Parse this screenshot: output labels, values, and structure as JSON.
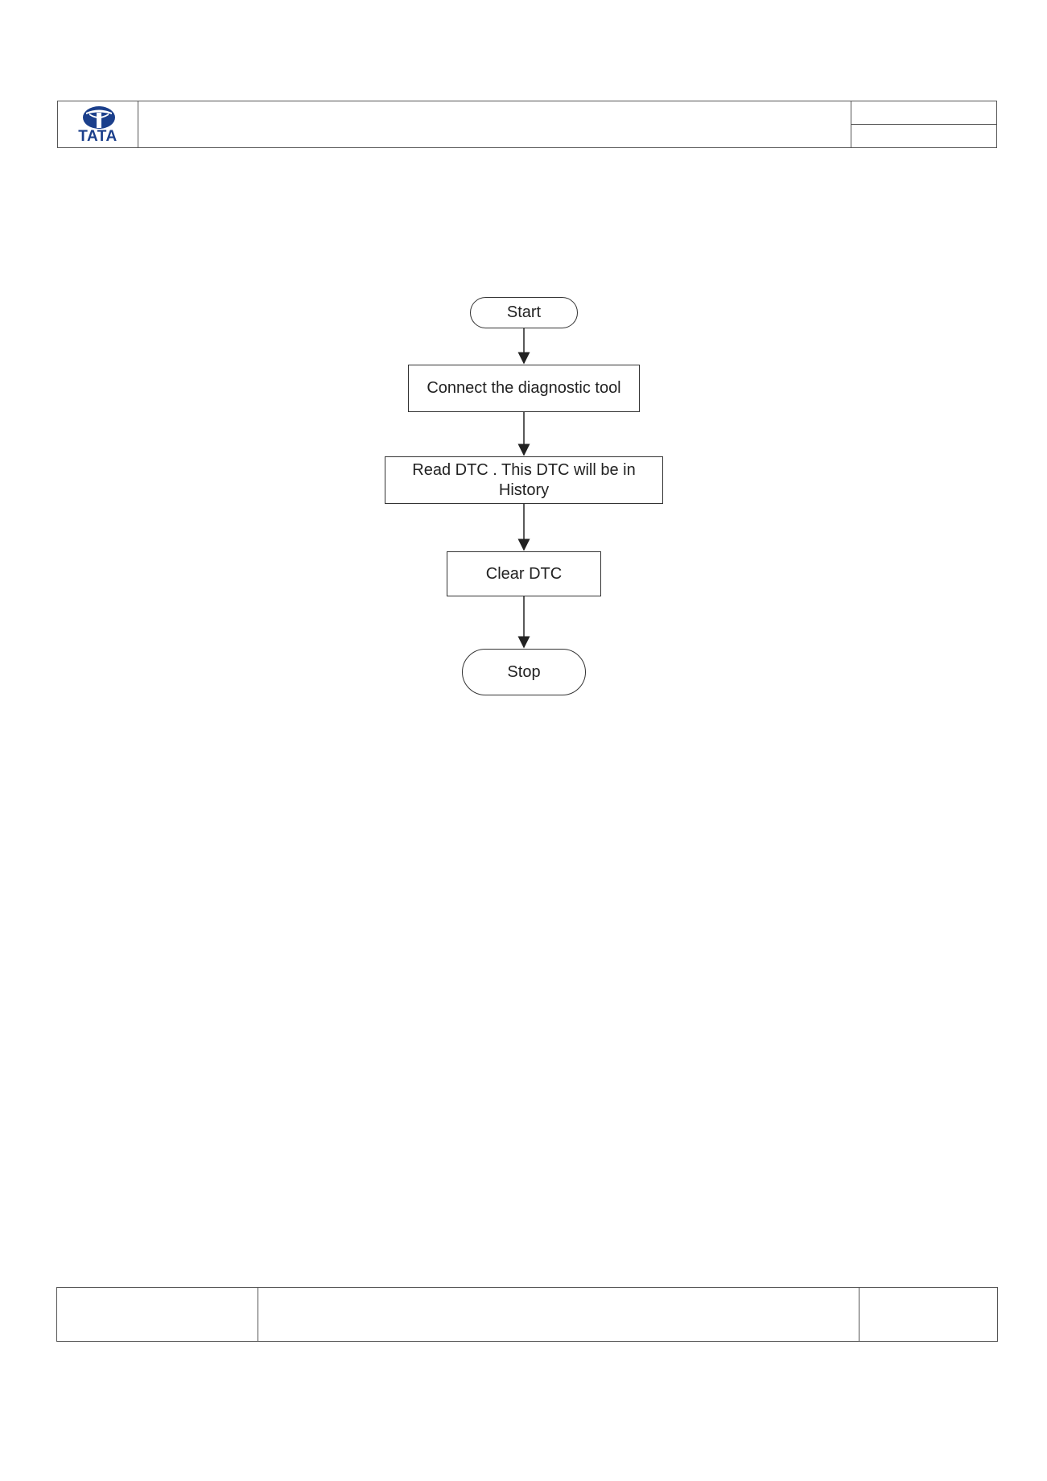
{
  "header": {
    "logo": {
      "text": "TATA",
      "icon": "tata-logo-icon",
      "color": "#1b3f8b"
    }
  },
  "flowchart": {
    "nodes": [
      {
        "id": "start",
        "shape": "terminal",
        "label": "Start"
      },
      {
        "id": "connect",
        "shape": "process",
        "label": "Connect the diagnostic tool"
      },
      {
        "id": "read",
        "shape": "process",
        "label": "Read DTC . This DTC will be in History"
      },
      {
        "id": "clear",
        "shape": "process",
        "label": "Clear DTC"
      },
      {
        "id": "stop",
        "shape": "terminal",
        "label": "Stop"
      }
    ],
    "edges": [
      {
        "from": "start",
        "to": "connect"
      },
      {
        "from": "connect",
        "to": "read"
      },
      {
        "from": "read",
        "to": "clear"
      },
      {
        "from": "clear",
        "to": "stop"
      }
    ]
  }
}
